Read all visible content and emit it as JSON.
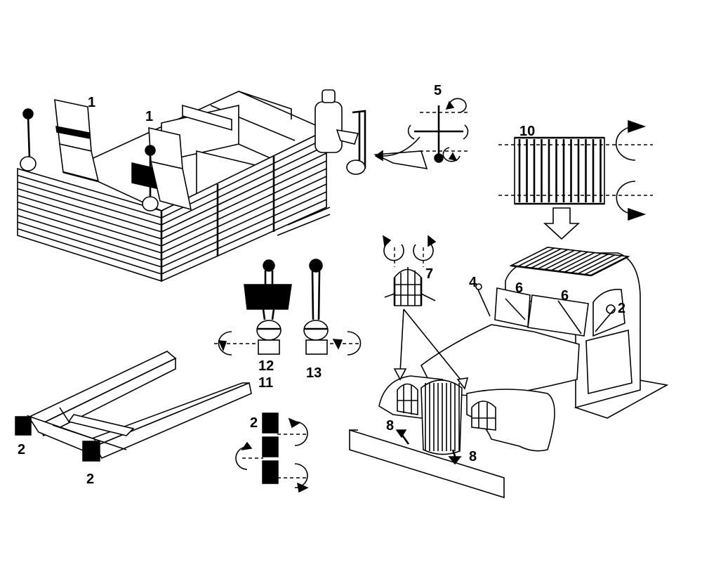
{
  "callouts": {
    "seat_left": "1",
    "seat_right": "1",
    "tank_rotation": "5",
    "grille": "10",
    "dash_lever": "12",
    "dash_lever_alt": "11",
    "gear_lever": "13",
    "window": "7",
    "antenna": "4",
    "windshield_left": "6",
    "windshield_right": "6",
    "mirror": "2",
    "frame_left": "2",
    "frame_right": "2",
    "pivot_stack": "2",
    "bumper_left": "8",
    "bumper_right": "8"
  }
}
